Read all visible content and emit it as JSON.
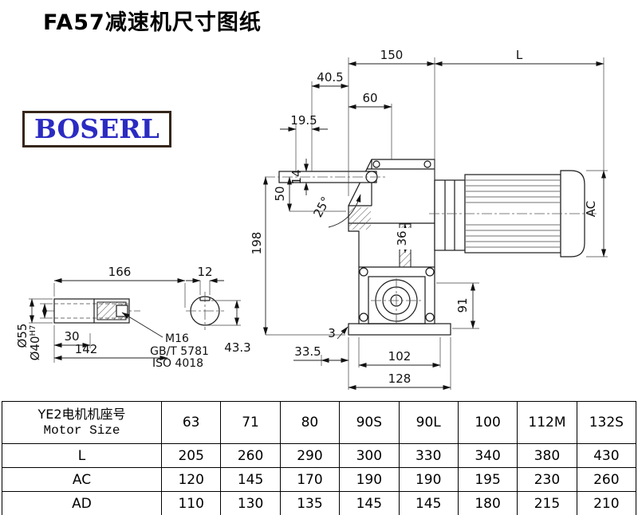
{
  "page": {
    "title": "FA57减速机尺寸图纸"
  },
  "logo": {
    "text": "BOSERL",
    "color": "#2b2bc2",
    "border_color": "#35261a"
  },
  "drawing": {
    "main": {
      "d150": "150",
      "dL": "L",
      "d40_5": "40.5",
      "d60": "60",
      "d19_5": "19.5",
      "d50": "50",
      "d14": "14",
      "d25": "25°",
      "d198": "198",
      "d36": "36",
      "dAC": "AC",
      "d91": "91",
      "d3": "3",
      "d33_5": "33.5",
      "d102": "102",
      "d128": "128"
    },
    "shaft": {
      "d166": "166",
      "d12": "12",
      "d55": "Ø55",
      "d40": "Ø40",
      "d40_tol": "H7",
      "d30": "30",
      "d142": "142",
      "d43_3": "43.3",
      "note_m16": "M16",
      "note_gbt": "GB/T 5781",
      "note_iso": "ISO 4018"
    }
  },
  "table": {
    "header": {
      "title_cn": "YE2电机机座号",
      "title_en": "Motor Size",
      "sizes": [
        "63",
        "71",
        "80",
        "90S",
        "90L",
        "100",
        "112M",
        "132S"
      ]
    },
    "rows": [
      {
        "label": "L",
        "values": [
          "205",
          "260",
          "290",
          "300",
          "330",
          "340",
          "380",
          "430"
        ]
      },
      {
        "label": "AC",
        "values": [
          "120",
          "145",
          "170",
          "190",
          "190",
          "195",
          "230",
          "260"
        ]
      },
      {
        "label": "AD",
        "values": [
          "110",
          "130",
          "135",
          "145",
          "145",
          "180",
          "215",
          "210"
        ]
      }
    ]
  }
}
